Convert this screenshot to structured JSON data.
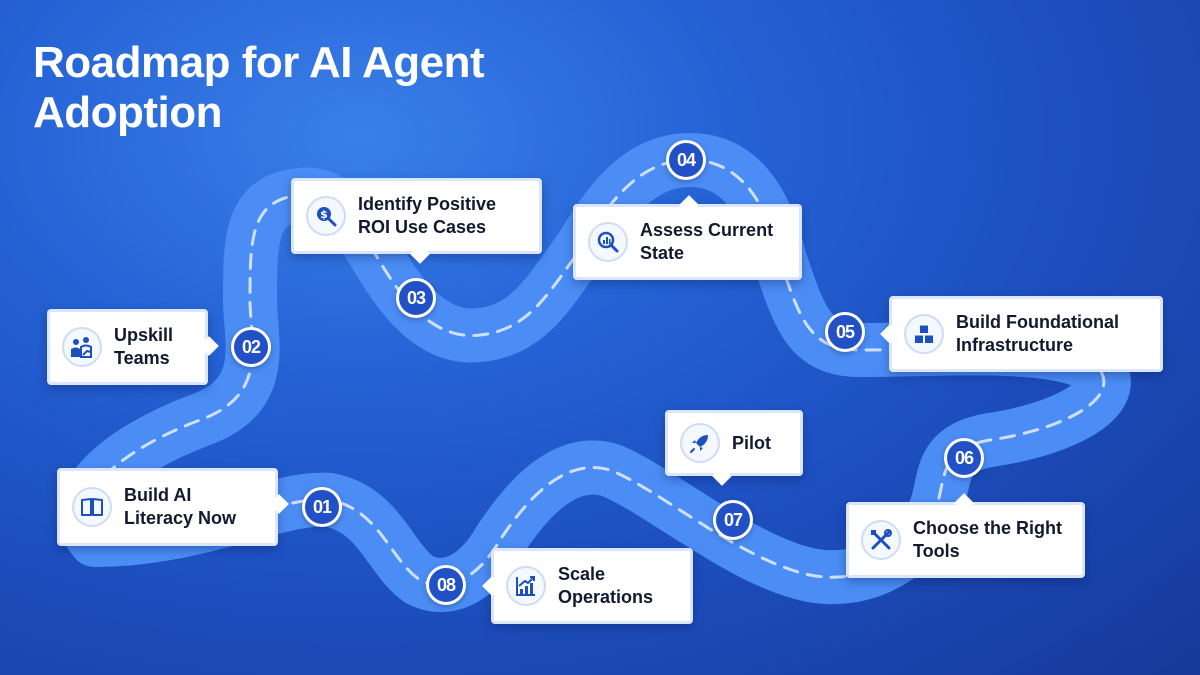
{
  "title": "Roadmap for AI Agent Adoption",
  "colors": {
    "accent": "#2150c7",
    "road": "#4b8df5",
    "background": "#1d4fbf"
  },
  "steps": [
    {
      "number": "01",
      "label": "Build AI Literacy Now",
      "icon": "book-icon"
    },
    {
      "number": "02",
      "label": "Upskill Teams",
      "icon": "team-growth-icon"
    },
    {
      "number": "03",
      "label": "Identify Positive ROI Use Cases",
      "icon": "dollar-search-icon"
    },
    {
      "number": "04",
      "label": "Assess Current State",
      "icon": "chart-search-icon"
    },
    {
      "number": "05",
      "label": "Build Foundational Infrastructure",
      "icon": "cubes-icon"
    },
    {
      "number": "06",
      "label": "Choose the Right Tools",
      "icon": "tools-icon"
    },
    {
      "number": "07",
      "label": "Pilot",
      "icon": "rocket-icon"
    },
    {
      "number": "08",
      "label": "Scale Operations",
      "icon": "growth-chart-icon"
    }
  ]
}
